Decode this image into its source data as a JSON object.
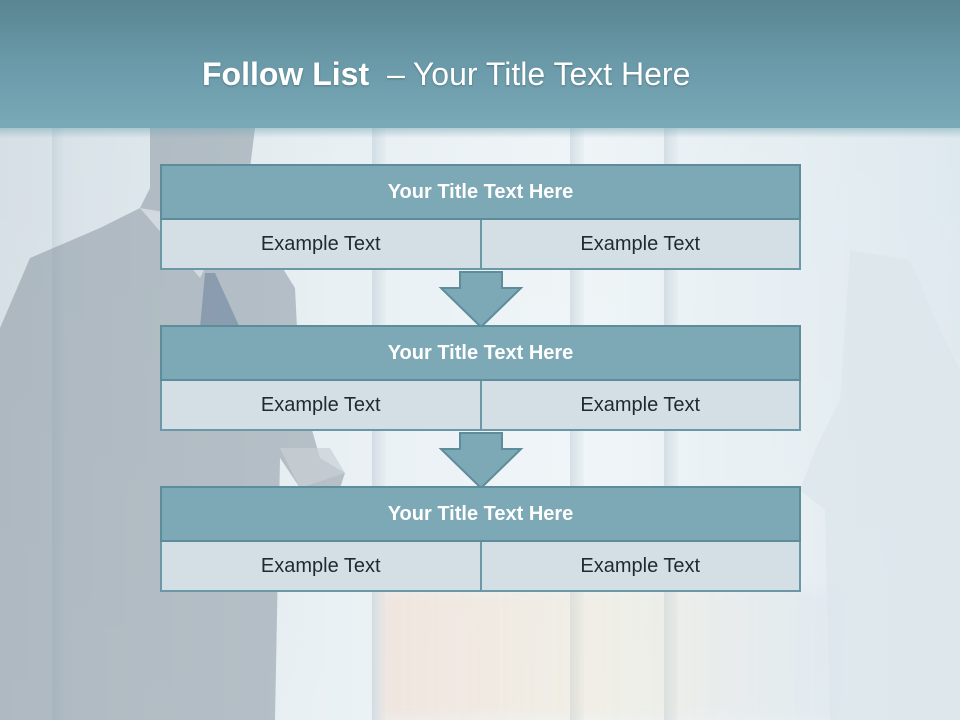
{
  "slide": {
    "title_bold": "Follow List",
    "title_sep": "–",
    "title_rest": "Your Title Text Here"
  },
  "steps": [
    {
      "title": "Your Title Text Here",
      "left": "Example Text",
      "right": "Example Text"
    },
    {
      "title": "Your Title Text Here",
      "left": "Example Text",
      "right": "Example Text"
    },
    {
      "title": "Your Title Text Here",
      "left": "Example Text",
      "right": "Example Text"
    }
  ],
  "colors": {
    "header": "#6c9cab",
    "step_title_fill": "#7da9b6",
    "step_border": "#5d8d9b",
    "cell_fill": "#d3dfe4",
    "title_text": "#ffffff",
    "cell_text": "#1e2a30"
  },
  "background": {
    "image": "businessman-at-office-window"
  }
}
